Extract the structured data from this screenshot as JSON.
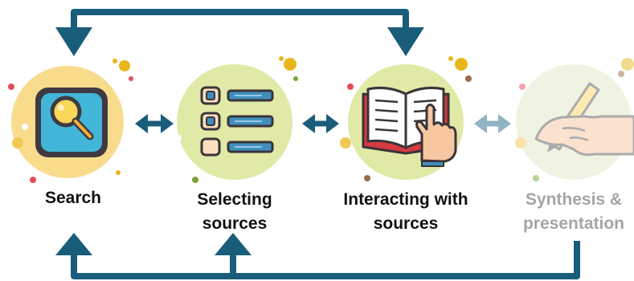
{
  "diagram": {
    "colors": {
      "arrow": "#1a5d7a",
      "arrow_faded": "#8fb4c3",
      "disc_yellow": "#f8dc8c",
      "disc_green": "#e0e9a6",
      "disc_faded": "#f1f3de"
    },
    "steps": [
      {
        "label_lines": [
          "Search"
        ],
        "icon": "magnifier-icon",
        "state": "active"
      },
      {
        "label_lines": [
          "Selecting",
          "sources"
        ],
        "icon": "checklist-icon",
        "state": "active"
      },
      {
        "label_lines": [
          "Interacting with",
          "sources"
        ],
        "icon": "open-book-icon",
        "state": "active"
      },
      {
        "label_lines": [
          "Synthesis &",
          "presentation"
        ],
        "icon": "writing-hand-icon",
        "state": "faded"
      }
    ],
    "connectors": [
      {
        "from": 0,
        "to": 1,
        "type": "double-arrow",
        "state": "active"
      },
      {
        "from": 1,
        "to": 2,
        "type": "double-arrow",
        "state": "active"
      },
      {
        "from": 2,
        "to": 3,
        "type": "double-arrow",
        "state": "faded"
      }
    ],
    "feedback_loops": [
      {
        "from": 2,
        "to": 0,
        "route": "top"
      },
      {
        "from": 3,
        "to": [
          0,
          1
        ],
        "route": "bottom"
      }
    ]
  }
}
